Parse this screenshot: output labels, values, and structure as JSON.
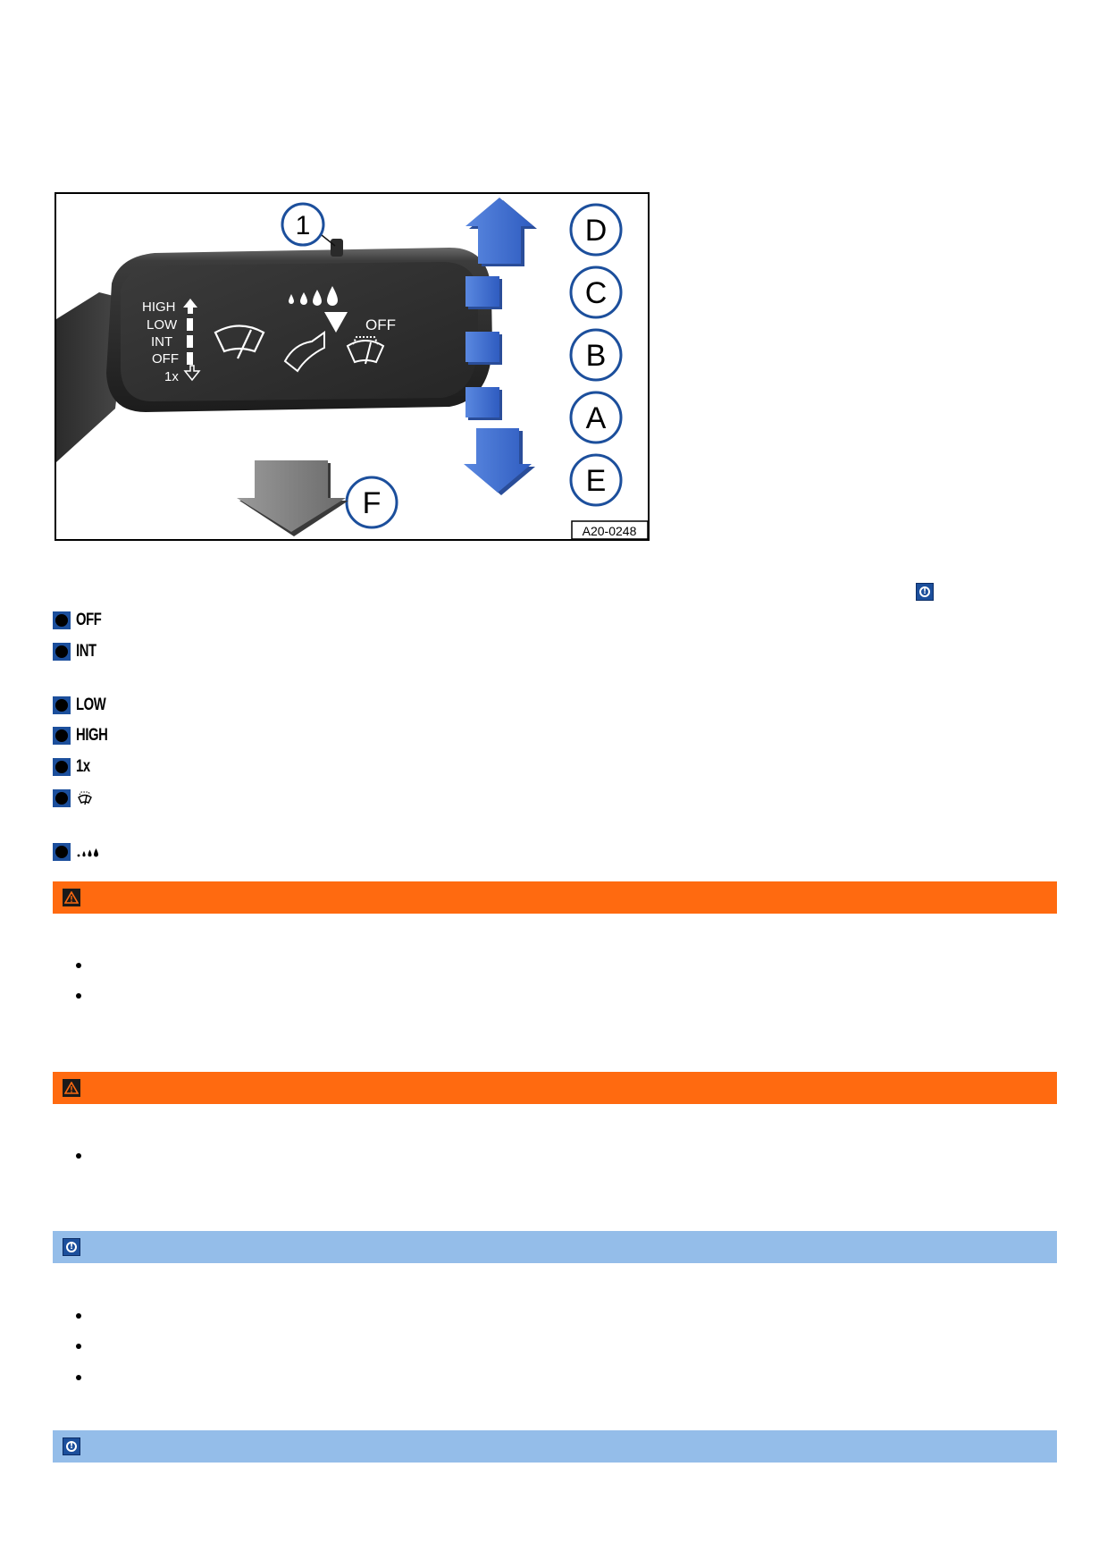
{
  "figure": {
    "callout_1": "1",
    "lever": {
      "positions": {
        "high": "HIGH",
        "low": "LOW",
        "int": "INT",
        "off": "OFF",
        "one_x": "1x"
      },
      "rear_off": "OFF"
    },
    "direction_labels": {
      "d": "D",
      "c": "C",
      "b": "B",
      "a": "A",
      "e": "E",
      "f": "F"
    },
    "figure_code": "A20-0248"
  },
  "legend": {
    "items": [
      {
        "label": "OFF",
        "icon": "text"
      },
      {
        "label": "INT",
        "icon": "text"
      },
      {
        "label": "LOW",
        "icon": "text"
      },
      {
        "label": "HIGH",
        "icon": "text"
      },
      {
        "label": "1x",
        "icon": "text"
      },
      {
        "label": "",
        "icon": "rear-wiper-icon"
      },
      {
        "label": "",
        "icon": "rain-sensor-sensitivity-icon"
      }
    ]
  },
  "colors": {
    "warning": "#ff6a10",
    "caution": "#94bde9",
    "brand_blue": "#1c4f9c",
    "arrow_blue": "#3e6fd1"
  }
}
